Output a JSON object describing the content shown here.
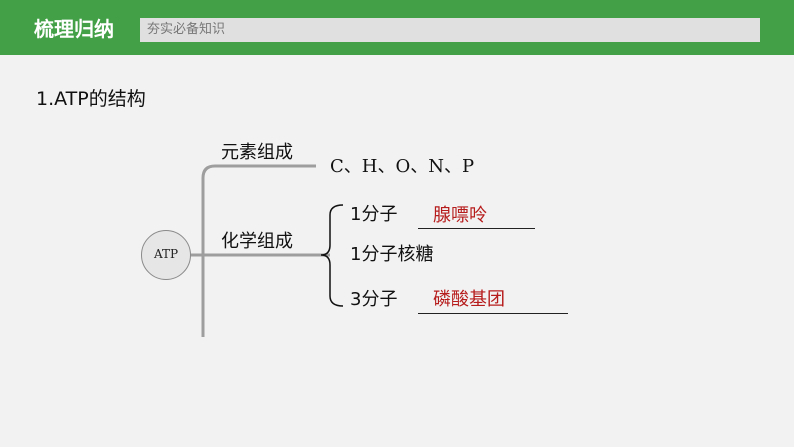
{
  "header": {
    "title": "梳理归纳",
    "subtitle": "夯实必备知识"
  },
  "section": {
    "title": "1.ATP的结构"
  },
  "diagram": {
    "root": "ATP",
    "elements_label": "元素组成",
    "elements_value": "C、H、O、N、P",
    "chemical_label": "化学组成",
    "items": [
      {
        "prefix": "1分子",
        "answer": "腺嘌呤"
      },
      {
        "prefix": "1分子核糖"
      },
      {
        "prefix": "3分子",
        "answer": "磷酸基团"
      }
    ]
  }
}
